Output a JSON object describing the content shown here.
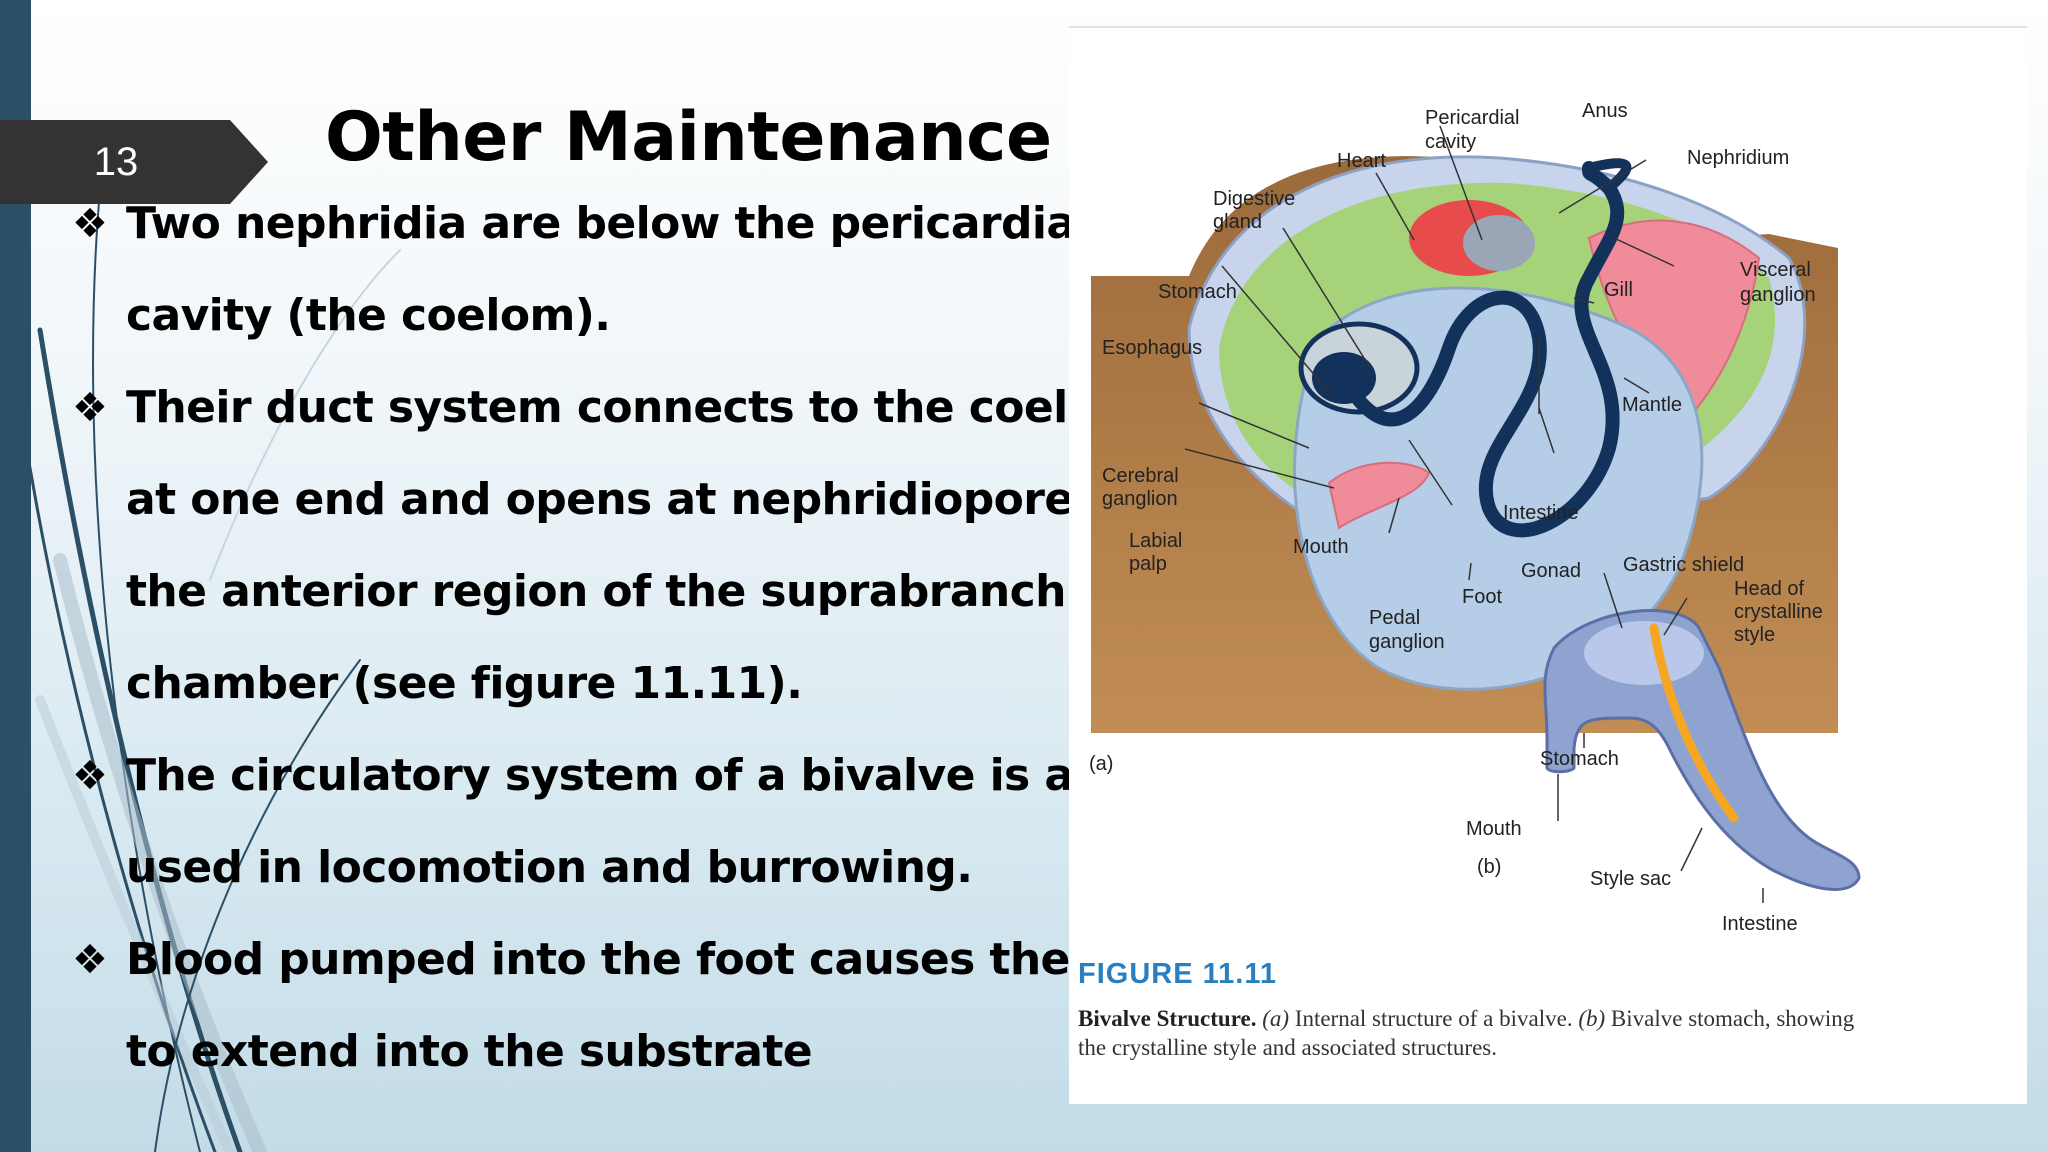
{
  "slide": {
    "number": "13",
    "title": "Other Maintenance Functions"
  },
  "bullet_icon_glyph": "❖",
  "bullets": [
    {
      "lines": [
        "Two nephridia are below the pericardial",
        "cavity (the coelom)."
      ]
    },
    {
      "lines": [
        "Their duct system connects to the coelom",
        "at one end and opens at nephridiopores in",
        "the anterior region of the suprabranchial",
        "chamber (see figure 11.11)."
      ]
    },
    {
      "lines": [
        "The circulatory system of a bivalve is also",
        "used in locomotion and burrowing."
      ]
    },
    {
      "lines": [
        "Blood pumped into the foot causes the foot",
        "to extend into the substrate"
      ]
    }
  ],
  "figure": {
    "labels_a": {
      "anus": "Anus",
      "pericardial_1": "Pericardial",
      "pericardial_2": "cavity",
      "heart": "Heart",
      "nephridium": "Nephridium",
      "digestive_1": "Digestive",
      "digestive_2": "gland",
      "visceral_1": "Visceral",
      "visceral_2": "ganglion",
      "stomach": "Stomach",
      "gill": "Gill",
      "esophagus": "Esophagus",
      "mantle": "Mantle",
      "cerebral_1": "Cerebral",
      "cerebral_2": "ganglion",
      "intestine": "Intestine",
      "labial_1": "Labial",
      "labial_2": "palp",
      "mouth": "Mouth",
      "gonad": "Gonad",
      "foot": "Foot",
      "pedal_1": "Pedal",
      "pedal_2": "ganglion",
      "panel": "(a)"
    },
    "labels_b": {
      "gastric_shield": "Gastric shield",
      "head_1": "Head of",
      "head_2": "crystalline",
      "head_3": "style",
      "stomach": "Stomach",
      "mouth": "Mouth",
      "panel": "(b)",
      "style_sac": "Style sac",
      "intestine": "Intestine"
    },
    "number": "FIGURE 11.11",
    "caption_title": "Bivalve Structure.",
    "caption_a": "(a)",
    "caption_text_1": " Internal structure of a bivalve. ",
    "caption_b": "(b)",
    "caption_text_2": " Bivalve stomach, showing the crystalline style and associated structures."
  },
  "colors": {
    "sidebar": "#2b4f66",
    "number_tab": "#333333",
    "figure_number": "#2a7fc1",
    "sediment": "#b07840",
    "mantle_green": "#a6d37a",
    "foot_blue": "#b5cde6",
    "gut_navy": "#13325b",
    "gill_pink": "#f08c9a",
    "heart_red": "#e84b4b",
    "crystalline_style": "#f5a623"
  }
}
